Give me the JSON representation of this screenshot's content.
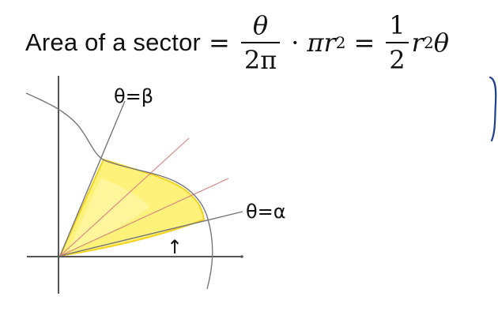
{
  "formula": {
    "lead": "Area of a sector",
    "eq": "=",
    "frac1_num": "θ",
    "frac1_den": "2π",
    "dot": "·",
    "pi": "π",
    "r": "r",
    "exp": "2",
    "frac2_num": "1",
    "frac2_den": "2",
    "theta": "θ"
  },
  "diagram": {
    "label_upper_ray": "θ=β",
    "label_lower_ray": "θ=α",
    "arrow_glyph": "↑"
  },
  "colors": {
    "ink": "#111111",
    "axis": "#555555",
    "curve": "#777777",
    "sector_fill": "#fff27a",
    "sector_edge": "#f2d31e",
    "radial_lines": "#d98080",
    "side_mark": "#1f3f8f"
  }
}
